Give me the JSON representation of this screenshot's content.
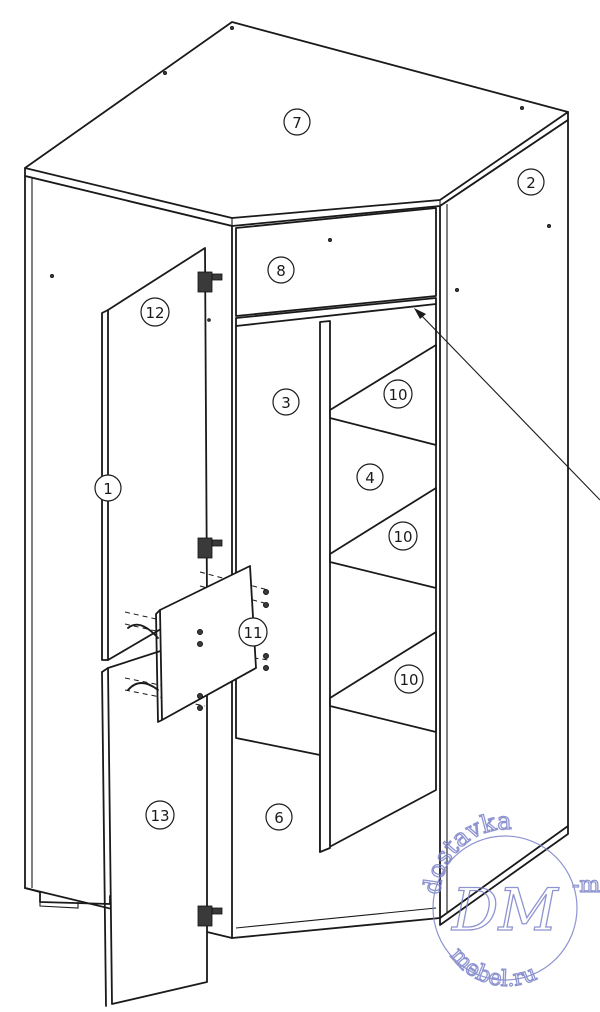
{
  "parts": [
    {
      "id": "part-7",
      "label": "7"
    },
    {
      "id": "part-2",
      "label": "2"
    },
    {
      "id": "part-8",
      "label": "8"
    },
    {
      "id": "part-12",
      "label": "12"
    },
    {
      "id": "part-3",
      "label": "3"
    },
    {
      "id": "part-10a",
      "label": "10"
    },
    {
      "id": "part-1",
      "label": "1"
    },
    {
      "id": "part-4",
      "label": "4"
    },
    {
      "id": "part-10b",
      "label": "10"
    },
    {
      "id": "part-11",
      "label": "11"
    },
    {
      "id": "part-10c",
      "label": "10"
    },
    {
      "id": "part-13",
      "label": "13"
    },
    {
      "id": "part-6",
      "label": "6"
    }
  ],
  "watermark": {
    "monogram": "DM",
    "arc_top": "dostavka",
    "arc_right": "-m",
    "arc_bottom": "mebel.ru",
    "color": "#7b82c8"
  }
}
